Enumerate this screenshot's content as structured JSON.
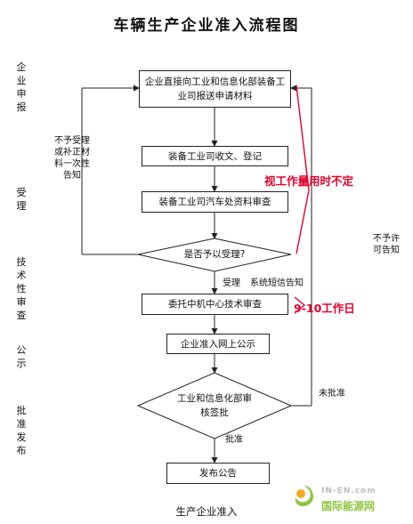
{
  "title": "车辆生产企业准入流程图",
  "stages": {
    "apply": "企业申报",
    "accept": "受理",
    "review": "技术性审查",
    "publicity": "公示",
    "publish": "批准发布"
  },
  "boxes": {
    "submit": "企业直接向工业和信息化部装备工业司报送申请材料",
    "receive": "装备工业司收文、登记",
    "vehicle_review": "装备工业司汽车处资料审查",
    "decision_accept": "是否予以受理?",
    "tech_review": "委托中机中心技术审查",
    "public_notice": "企业准入网上公示",
    "decision_approve": "工业和信息化部审核签批",
    "release": "发布公告"
  },
  "labels": {
    "not_accept": "不予受理或补正材料一次性告知",
    "not_allow": "不予许可告知",
    "accepted": "受理",
    "sms_notice": "系统短信告知",
    "not_approved": "未批准",
    "approved": "批准"
  },
  "annotations": {
    "variable_time": "视工作量用时不定",
    "workdays": "9-10工作日"
  },
  "caption": "生产企业准入",
  "watermark": {
    "domain": "IN-EN.com",
    "name": "国际能源网"
  },
  "colors": {
    "annotation": "#e4002b",
    "logo_green": "#8dc63f",
    "logo_orange": "#f7a823"
  }
}
